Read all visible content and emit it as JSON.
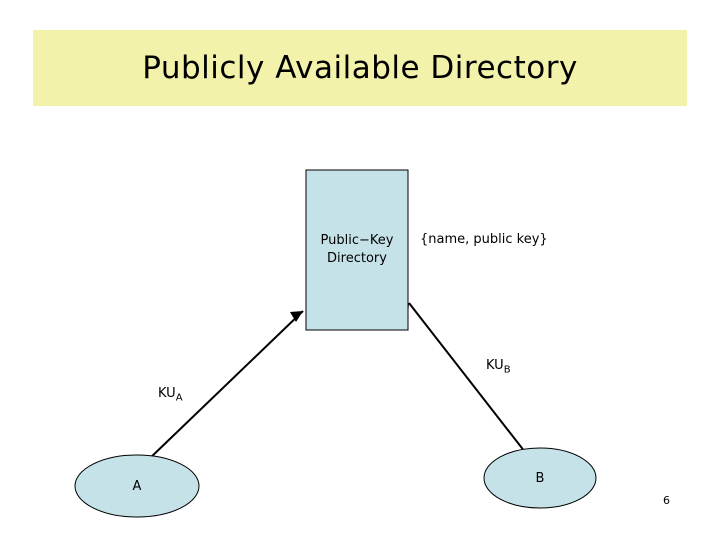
{
  "slide": {
    "title": "Publicly Available Directory",
    "page_number": "6",
    "title_band_color": "#f2f2ab",
    "box_fill_color": "#c6e2e9",
    "line_color": "#000000"
  },
  "diagram": {
    "directory_box": {
      "label_line1": "Public−Key",
      "label_line2": "Directory"
    },
    "entry_annotation": "{name, public key}",
    "link_left": {
      "label_prefix": "KU",
      "label_sub": "A"
    },
    "link_right": {
      "label_prefix": "KU",
      "label_sub": "B"
    },
    "node_a": {
      "label": "A"
    },
    "node_b": {
      "label": "B"
    }
  }
}
